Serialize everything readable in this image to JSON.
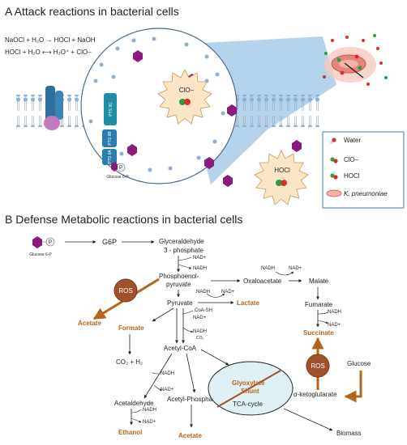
{
  "panel_a": {
    "title": "A  Attack  reactions in bacterial cells",
    "eq1": "NaOCl + H₂O → HOCl + NaOH",
    "eq2": "HOCl + H₂O ⟷ H₃O⁺ + ClO–",
    "clo_label": "ClO–",
    "hocl_label": "HOCl",
    "protein_label_1": "PTS IIC",
    "protein_label_2": "PTS IIB",
    "protein_label_3": "PTS IIA",
    "p_label": "P",
    "glucose6p_label": "Glucose 6-P",
    "legend": {
      "water": "Water",
      "clo": "ClO–",
      "hocl": "HOCl",
      "kpn": "K. pneumoniae"
    }
  },
  "panel_b": {
    "title": "B  Defense Metabolic reactions in bacterial cells",
    "glucose6p_label": "Glucose 6-P",
    "p_label": "P",
    "g6p": "G6P",
    "gap": "Glyceraldehyde\n3 - phosphate",
    "gap_line1": "Glyceraldehyde",
    "gap_line2": "3 - phosphate",
    "nad_plus": "NAD+",
    "nadh": "NADH",
    "pep_line1": "Phosphoenol-",
    "pep_line2": "pyruvate",
    "oxaloacetate": "Oxaloacetate",
    "malate": "Malate",
    "fumarate": "Fumarate",
    "succinate": "Succinate",
    "ros": "ROS",
    "acetate": "Acetate",
    "pyruvate": "Pyruvate",
    "lactate": "Lactate",
    "formate": "Formate",
    "coa_sh": "CoA-SH",
    "co2_small": "CO₂",
    "co2_h2": "CO₂ + H₂",
    "acetyl_coa": "Acetyl-CoA",
    "acetaldehyde": "Acetaldehyde",
    "acetyl_phosphate": "Acetyl-Phosphate",
    "ethanol": "Ethanol",
    "acetate2": "Acetate",
    "glyoxylate_line1": "Glyoxylate",
    "glyoxylate_line2": "Shunt",
    "tca": "TCA-cycle",
    "akg": "α-ketoglutarate",
    "glucose": "Glucose",
    "biomass": "Biomass"
  },
  "colors": {
    "membrane_blue": "#7ea4cc",
    "ros_brown": "#a0522d",
    "product_brown": "#b5651d",
    "hexagon_magenta": "#8b1a7a",
    "zoom_blue": "#9ec4e6",
    "tca_fill": "#dff1f5"
  }
}
